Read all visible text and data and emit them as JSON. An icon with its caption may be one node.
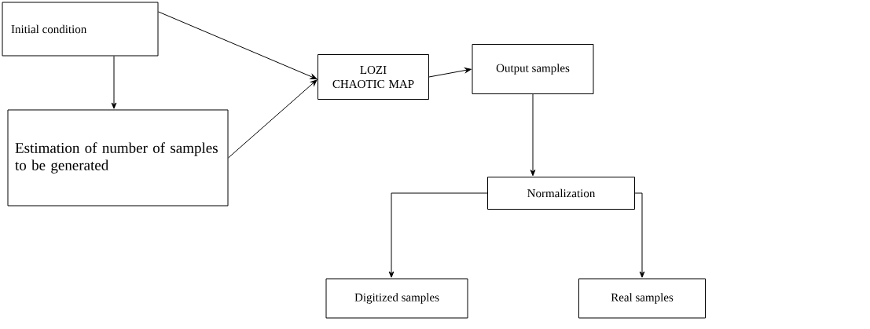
{
  "diagram": {
    "nodes": [
      {
        "text": [
          "Initial condition"
        ]
      },
      {
        "text": [
          "Estimation of number of samples to be generated"
        ]
      },
      {
        "text": [
          "LOZI CHAOTIC MAP"
        ]
      },
      {
        "text": [
          "Output samples"
        ]
      },
      {
        "text": [
          "Normalization"
        ]
      },
      {
        "text": [
          "Digitized samples"
        ]
      },
      {
        "text": [
          "Real samples"
        ]
      }
    ],
    "edges": [
      {
        "from": 0,
        "to": 2,
        "arrow": "to"
      },
      {
        "from": 0,
        "to": 1,
        "arrow": "to"
      },
      {
        "from": 1,
        "to": 2,
        "arrow": "to"
      },
      {
        "from": 2,
        "to": 3,
        "arrow": "to"
      },
      {
        "from": 3,
        "to": 4,
        "arrow": "to"
      },
      {
        "from": 4,
        "to": 5,
        "arrow": "to"
      },
      {
        "from": 4,
        "to": 6,
        "arrow": "to"
      }
    ]
  }
}
